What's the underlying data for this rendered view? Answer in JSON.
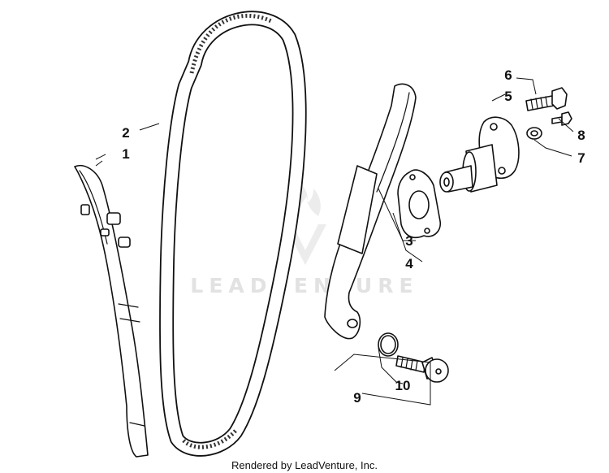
{
  "watermark": {
    "text": "LEADVENTURE",
    "logo_icon": "flame-chevron-logo-icon",
    "color": "#e2e2e2"
  },
  "footer": {
    "text": "Rendered by LeadVenture, Inc."
  },
  "callouts": [
    {
      "number": "1",
      "part": "chain-guide-left"
    },
    {
      "number": "2",
      "part": "cam-chain"
    },
    {
      "number": "3",
      "part": "tensioner-guide"
    },
    {
      "number": "4",
      "part": "gasket"
    },
    {
      "number": "5",
      "part": "chain-tensioner-assembly"
    },
    {
      "number": "6",
      "part": "bolt"
    },
    {
      "number": "7",
      "part": "washer"
    },
    {
      "number": "8",
      "part": "small-bolt"
    },
    {
      "number": "9",
      "part": "pivot-bolt-kit"
    },
    {
      "number": "10",
      "part": "o-ring"
    }
  ],
  "colors": {
    "line": "#111111",
    "background": "#ffffff"
  }
}
